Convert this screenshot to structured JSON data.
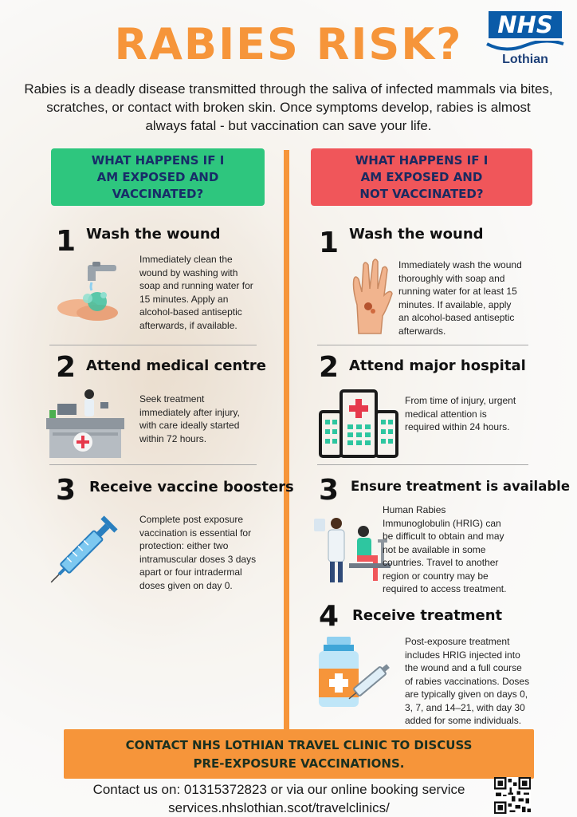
{
  "title": "RABIES RISK?",
  "logo": {
    "name": "NHS",
    "sub": "Lothian"
  },
  "intro": "Rabies is a deadly disease transmitted through the saliva of infected mammals via bites, scratches, or contact with broken skin. Once symptoms develop, rabies is almost always fatal - but  vaccination can save your life.",
  "left": {
    "header_lines": [
      "WHAT HAPPENS IF I",
      "AM EXPOSED AND",
      "VACCINATED?"
    ],
    "steps": [
      {
        "num": "1",
        "title": "Wash the wound",
        "icon": "handwashing-icon",
        "lines": [
          "Immediately clean the",
          "wound by washing with",
          "soap and running water for",
          "15 minutes. Apply an",
          "alcohol-based antiseptic",
          "afterwards, if available."
        ]
      },
      {
        "num": "2",
        "title": "Attend medical centre",
        "icon": "medical-reception-icon",
        "lines": [
          "Seek treatment",
          "immediately after injury,",
          "with care ideally started",
          "within 72 hours."
        ]
      },
      {
        "num": "3",
        "title": "Receive vaccine boosters",
        "icon": "syringe-icon",
        "lines": [
          "Complete post exposure",
          "vaccination is essential for",
          "protection: either two",
          "intramuscular doses 3 days",
          "apart or four intradermal",
          "doses given on day 0."
        ]
      }
    ]
  },
  "right": {
    "header_lines": [
      "WHAT HAPPENS IF I",
      "AM EXPOSED AND",
      "NOT VACCINATED?"
    ],
    "steps": [
      {
        "num": "1",
        "title": "Wash the wound",
        "icon": "wounded-hand-icon",
        "lines": [
          "Immediately wash the wound",
          "thoroughly with soap and",
          "running water for at least 15",
          "minutes. If available, apply",
          "an alcohol-based antiseptic",
          "afterwards."
        ]
      },
      {
        "num": "2",
        "title": "Attend major hospital",
        "icon": "hospital-icon",
        "lines": [
          "From time of injury, urgent",
          "medical attention is",
          "required within 24 hours."
        ]
      },
      {
        "num": "3",
        "title": "Ensure treatment is available",
        "icon": "doctor-patient-icon",
        "lines": [
          "Human Rabies",
          "Immunoglobulin (HRIG) can",
          "be difficult to obtain and may",
          "not be available in some",
          "countries. Travel to another",
          "region or country may be",
          "required to access treatment."
        ]
      },
      {
        "num": "4",
        "title": "Receive treatment",
        "icon": "vial-syringe-icon",
        "lines": [
          "Post-exposure treatment",
          "includes HRIG injected into",
          "the wound and a full course",
          "of rabies vaccinations. Doses",
          "are typically given on days 0,",
          "3, 7, and 14–21, with day 30",
          "added for some individuals."
        ]
      }
    ]
  },
  "cta_lines": [
    "CONTACT NHS LOTHIAN TRAVEL CLINIC TO DISCUSS",
    "PRE-EXPOSURE VACCINATIONS."
  ],
  "contact_lines": [
    "Contact us on: 01315372823 or via our online booking service",
    "services.nhslothian.scot/travelclinics/"
  ],
  "colors": {
    "orange": "#f6953a",
    "green": "#2ec67e",
    "red": "#f0565a",
    "navy": "#182c68",
    "nhs_blue": "#0a5ba8"
  }
}
